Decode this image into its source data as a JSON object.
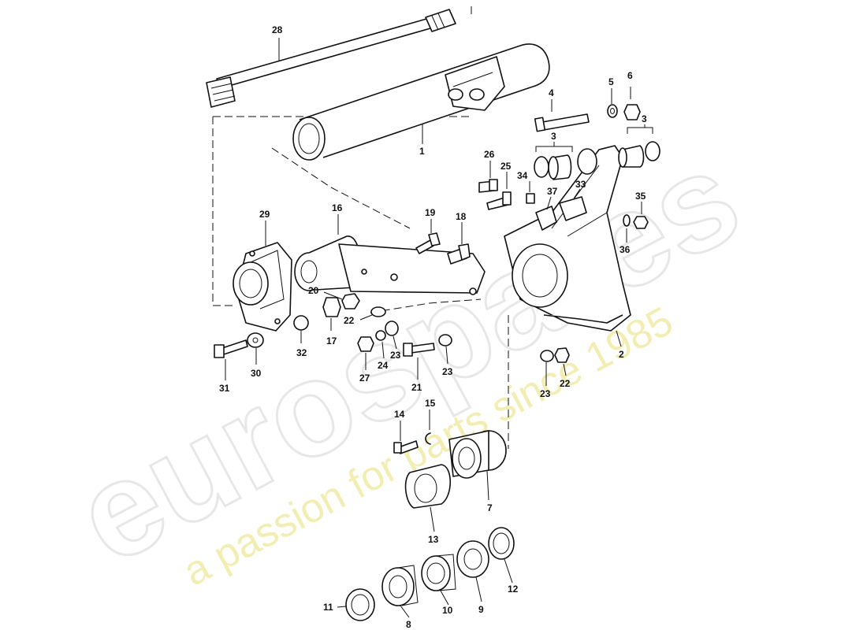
{
  "watermark": {
    "logo": "eurospares",
    "tagline": "a passion for parts since 1985",
    "tagline_color": "#eee99a",
    "logo_color": "#d4d4d4"
  },
  "callouts": {
    "p1": "1",
    "p2": "2",
    "p3a": "3",
    "p3b": "3",
    "p4": "4",
    "p5": "5",
    "p6": "6",
    "p7": "7",
    "p8": "8",
    "p9": "9",
    "p10": "10",
    "p11": "11",
    "p12": "12",
    "p13": "13",
    "p14": "14",
    "p15": "15",
    "p16": "16",
    "p17": "17",
    "p18": "18",
    "p19": "19",
    "p20": "20",
    "p21": "21",
    "p22a": "22",
    "p22b": "22",
    "p23a": "23",
    "p23b": "23",
    "p23c": "23",
    "p24": "24",
    "p25": "25",
    "p26": "26",
    "p27": "27",
    "p28": "28",
    "p29": "29",
    "p30": "30",
    "p31": "31",
    "p32": "32",
    "p33": "33",
    "p34": "34",
    "p35": "35",
    "p36": "36",
    "p37": "37"
  }
}
